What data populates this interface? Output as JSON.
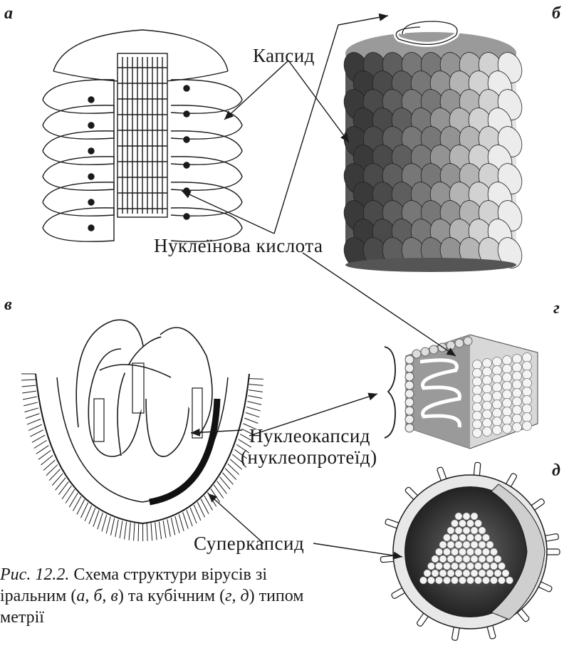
{
  "panels": {
    "a": "а",
    "b": "б",
    "v": "в",
    "g": "г",
    "d": "д"
  },
  "labels": {
    "capsid": "Капсид",
    "nucleic_acid": "Нуклеїнова кислота",
    "nucleocapsid_1": "Нуклеокапсид",
    "nucleocapsid_2": "(нуклеопротеїд)",
    "supercapsid": "Суперкапсид"
  },
  "caption": {
    "fig_ref": "Рис. 12.2.",
    "line1_rest": " Схема структури вірусів зі",
    "line2_start": "іральним (",
    "line2_letters": "а, б, в",
    "line2_mid": ") та кубічним (",
    "line2_letters2": "г, д",
    "line2_end": ") типом",
    "line3": "метрії"
  }
}
